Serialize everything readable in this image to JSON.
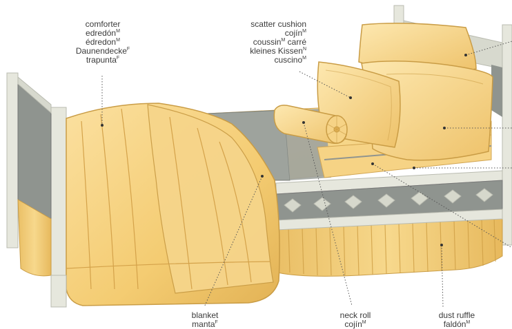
{
  "colors": {
    "gold": "#f4cf76",
    "gold_light": "#fbe3a2",
    "gold_dark": "#d9a94b",
    "frame": "#e6e7dd",
    "frame_shade": "#c7c9bd",
    "panel_gray": "#8f948f",
    "sheet_gray": "#9ea39d",
    "leader": "#555555"
  },
  "labels": {
    "comforter": [
      {
        "text": "comforter",
        "sup": ""
      },
      {
        "text": "edredón",
        "sup": "M"
      },
      {
        "text": "édredon",
        "sup": "M"
      },
      {
        "text": "Daunendecke",
        "sup": "F"
      },
      {
        "text": "trapunta",
        "sup": "F"
      }
    ],
    "scatter_cushion": [
      {
        "text": "scatter cushion",
        "sup": ""
      },
      {
        "text": "cojín",
        "sup": "M"
      },
      {
        "text": "coussin",
        "sup": "M",
        "after": " carré"
      },
      {
        "text": "kleines Kissen",
        "sup": "N"
      },
      {
        "text": "cuscino",
        "sup": "M"
      }
    ],
    "blanket": [
      {
        "text": "blanket",
        "sup": ""
      },
      {
        "text": "manta",
        "sup": "F"
      }
    ],
    "neck_roll": [
      {
        "text": "neck roll",
        "sup": ""
      },
      {
        "text": "cojín",
        "sup": "M"
      }
    ],
    "dust_ruffle": [
      {
        "text": "dust ruffle",
        "sup": ""
      },
      {
        "text": "faldón",
        "sup": "M"
      }
    ]
  }
}
